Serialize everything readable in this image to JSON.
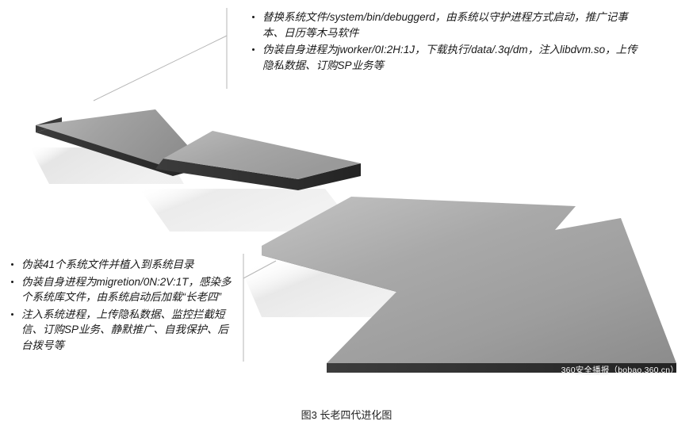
{
  "figure": {
    "caption": "图3 长老四代进化图",
    "watermark": "360安全播报（bobao.360.cn）"
  },
  "annotations": {
    "top": {
      "target": "middle-generation-slab",
      "bullets": [
        "替换系统文件/system/bin/debuggerd，由系统以守护进程方式启动，推广记事本、日历等木马软件",
        "伪装自身进程为jworker/0I:2H:1J，下载执行/data/.3q/dm，注入libdvm.so，上传隐私数据、订购SP业务等"
      ]
    },
    "bottom": {
      "target": "final-generation-arrow",
      "bullets": [
        "伪装41个系统文件并植入到系统目录",
        "伪装自身进程为migretion/0N:2V:1T，感染多个系统库文件，由系统启动后加载“长老四”",
        "注入系统进程，上传隐私数据、监控拦截短信、订购SP业务、静默推广、自我保护、后台拨号等"
      ]
    }
  },
  "chart_data": {
    "type": "diagram",
    "title": "图3 长老四代进化图",
    "style": "3d-isometric-arrow-progression",
    "stages": [
      {
        "id": "stage-1",
        "name": "first-generation-slab",
        "shape": "flat-bar",
        "size": "small",
        "top_color": "#9a9a9a",
        "edge_color": "#2f2f2f"
      },
      {
        "id": "stage-2",
        "name": "middle-generation-slab",
        "shape": "flat-bar",
        "size": "medium",
        "top_color": "#a5a5a5",
        "edge_color": "#3a3a3a"
      },
      {
        "id": "stage-3",
        "name": "final-generation-arrow",
        "shape": "chevron-arrow-right",
        "size": "large",
        "top_color": "#a8a8a8",
        "edge_color": "#2b2b2b"
      }
    ],
    "colors": {
      "background": "#ffffff",
      "slab_light": "#b4b4b4",
      "slab_dark": "#8f8f8f",
      "edge": "#303030",
      "shadow": "#e8e8e8",
      "leader_line": "#b0b0b0",
      "text": "#1a1a1a"
    },
    "leaders": [
      {
        "from": "annotation-top",
        "to": "middle-generation-slab"
      },
      {
        "from": "annotation-bottom",
        "to": "final-generation-arrow"
      }
    ]
  }
}
